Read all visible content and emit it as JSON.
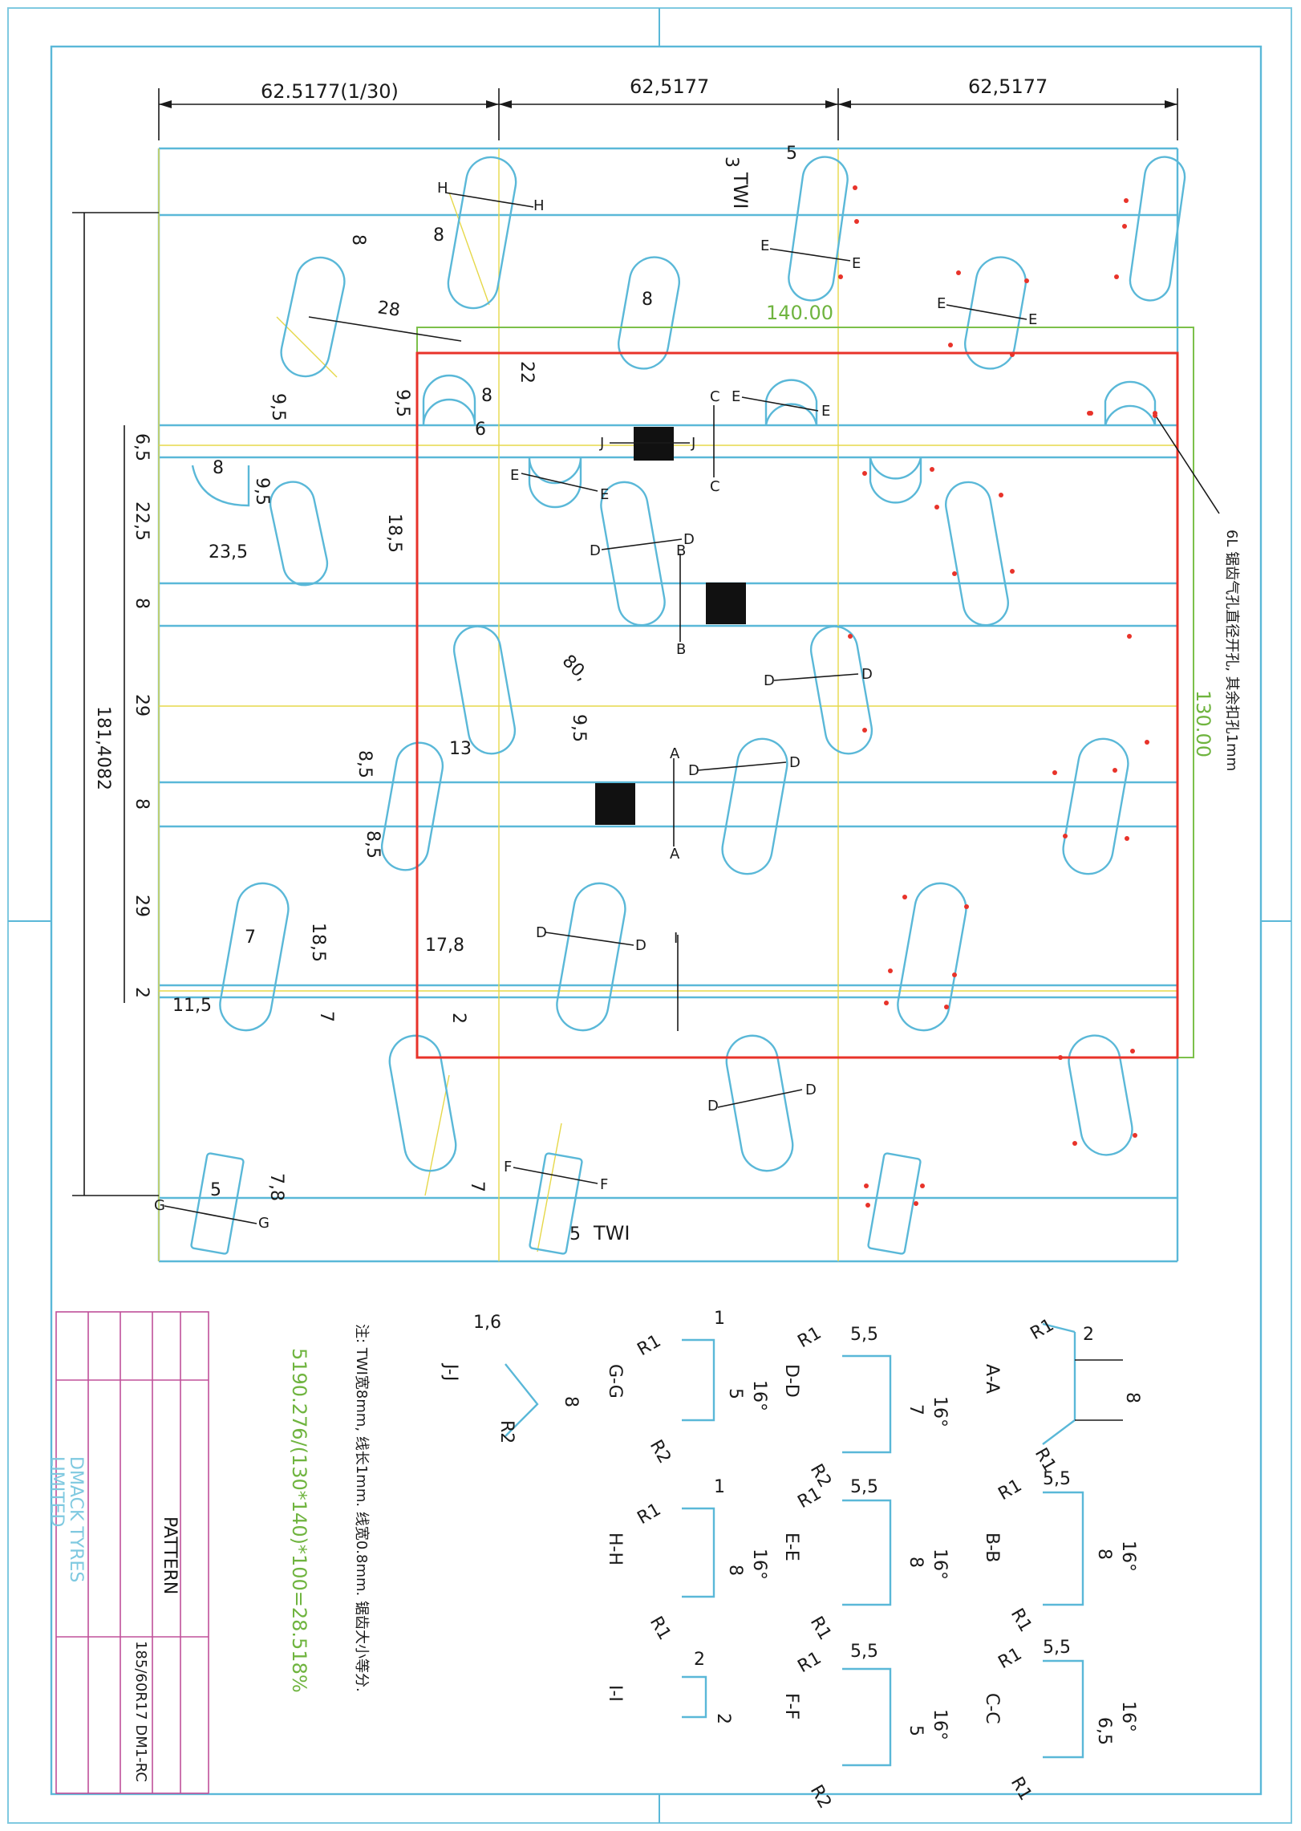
{
  "top_dims": [
    "62.5177(1/30)",
    "62,5177",
    "62,5177"
  ],
  "left_total": "181,4082",
  "left_dims": [
    "6,5",
    "22,5",
    "8",
    "29",
    "8",
    "29",
    "2"
  ],
  "green_width": "140.00",
  "green_height": "130.00",
  "tw_labels": [
    "TWI",
    "TWI"
  ],
  "sections_main": [
    "A-A",
    "B-B",
    "C-C",
    "D-D",
    "E-E",
    "F-F",
    "G-G",
    "H-H",
    "I-I",
    "J-J"
  ],
  "note": "注: TWI宽8mm, 线长1mm. 线宽0.8mm. 锯齿大小等分.",
  "ratio": "5190.276/(130*140)*100=28.518%",
  "title_block": {
    "pattern_label": "PATTERN",
    "size": "185/60R17 DM1-RC",
    "company_line1": "DMACK TYRES",
    "company_line2": "LIMITED"
  },
  "side_note": "6L 锯齿气孔直径开孔, 其余扣孔1mm"
}
